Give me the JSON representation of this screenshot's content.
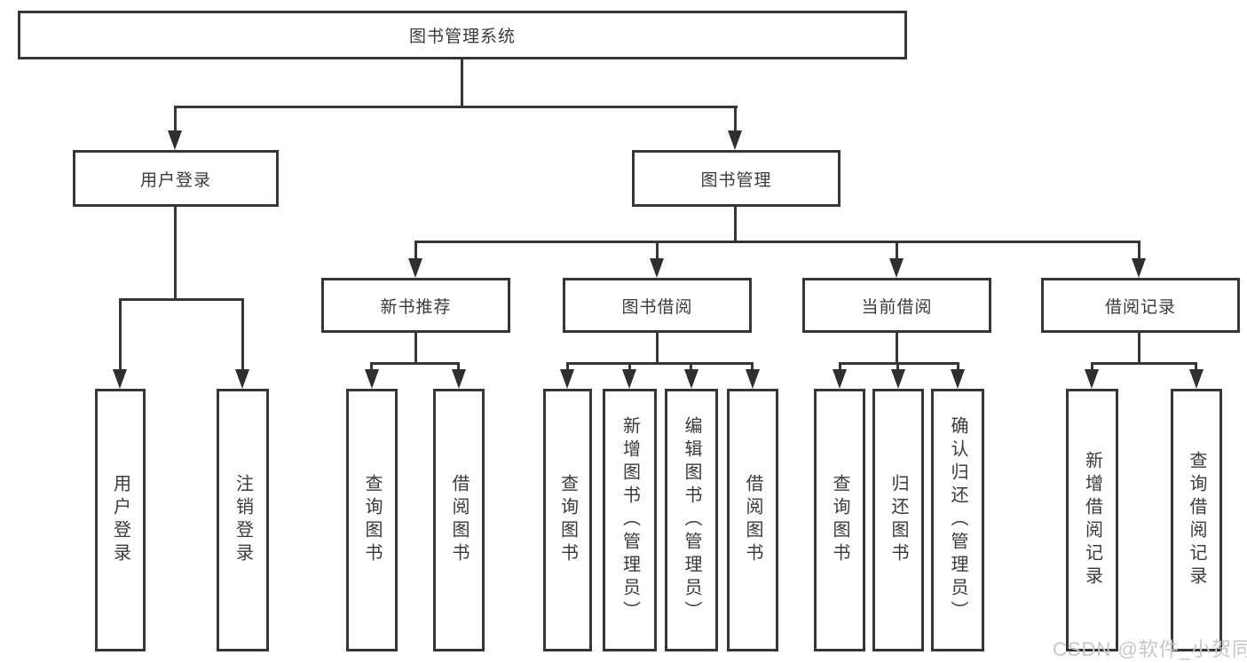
{
  "diagram": {
    "tree": {
      "root": {
        "label": "图书管理系统"
      },
      "children": [
        {
          "label": "用户登录",
          "children": [
            {
              "label": "用户登录"
            },
            {
              "label": "注销登录"
            }
          ]
        },
        {
          "label": "图书管理",
          "children": [
            {
              "label": "新书推荐",
              "children": [
                {
                  "label": "查询图书"
                },
                {
                  "label": "借阅图书"
                }
              ]
            },
            {
              "label": "图书借阅",
              "children": [
                {
                  "label": "查询图书"
                },
                {
                  "label": "新增图书（管理员）"
                },
                {
                  "label": "编辑图书（管理员）"
                },
                {
                  "label": "借阅图书"
                }
              ]
            },
            {
              "label": "当前借阅",
              "children": [
                {
                  "label": "查询图书"
                },
                {
                  "label": "归还图书"
                },
                {
                  "label": "确认归还（管理员）"
                }
              ]
            },
            {
              "label": "借阅记录",
              "children": [
                {
                  "label": "新增借阅记录"
                },
                {
                  "label": "查询借阅记录"
                }
              ]
            }
          ]
        }
      ]
    },
    "colors": {
      "line": "#363636",
      "text": "#3a3a3a",
      "background": "#ffffff"
    }
  },
  "watermark": {
    "text": "CSDN @软件_小贺同学",
    "color": "#c6c6c6"
  }
}
